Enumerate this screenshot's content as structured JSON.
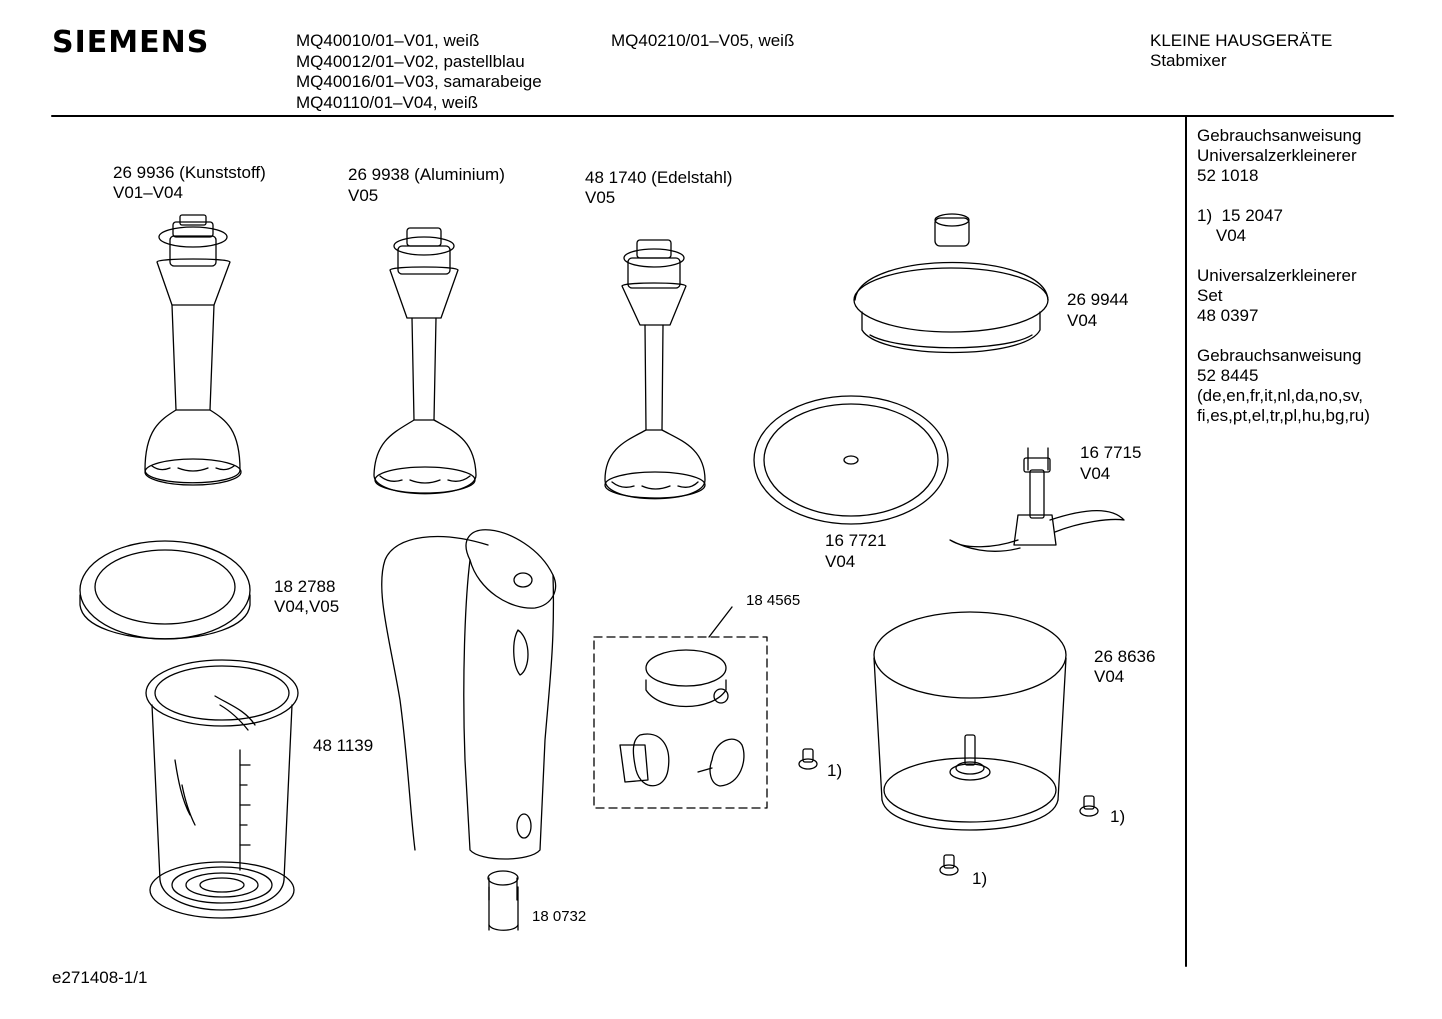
{
  "header": {
    "brand": "SIEMENS",
    "models_left": [
      "MQ40010/01–V01, weiß",
      "MQ40012/01–V02, pastellblau",
      "MQ40016/01–V03, samarabeige",
      "MQ40110/01–V04, weiß"
    ],
    "models_right": "MQ40210/01–V05, weiß",
    "category": "KLEINE HAUSGERÄTE",
    "subcategory": "Stabmixer"
  },
  "sidebar": {
    "manual_1": [
      "Gebrauchsanweisung",
      "Universalzerkleinerer",
      "52 1018"
    ],
    "footnote_part": [
      "1)  15 2047",
      "    V04"
    ],
    "set": [
      "Universalzerkleinerer",
      "Set",
      "48 0397"
    ],
    "manual_2": [
      "Gebrauchsanweisung",
      "52 8445",
      "(de,en,fr,it,nl,da,no,sv,",
      "fi,es,pt,el,tr,pl,hu,bg,ru)"
    ]
  },
  "parts": {
    "shaft_plastic": {
      "number": "26 9936 (Kunststoff)",
      "variant": "V01–V04"
    },
    "shaft_aluminium": {
      "number": "26 9938 (Aluminium)",
      "variant": "V05"
    },
    "shaft_steel": {
      "number": "48 1740 (Edelstahl)",
      "variant": "V05"
    },
    "chopper_lid": {
      "number": "26 9944",
      "variant": "V04"
    },
    "lid_seal": {
      "number": "16 7721",
      "variant": "V04"
    },
    "chopper_blade": {
      "number": "16 7715",
      "variant": "V04"
    },
    "beaker_lid": {
      "number": "18 2788",
      "variant": "V04,V05"
    },
    "switch_set": {
      "number": "18 4565"
    },
    "chopper_bowl": {
      "number": "26 8636",
      "variant": "V04"
    },
    "beaker": {
      "number": "48 1139"
    },
    "wall_mount": {
      "number": "18 0732"
    },
    "foot_ref": "1)"
  },
  "footer": {
    "drawing_code": "e271408-1/1"
  }
}
